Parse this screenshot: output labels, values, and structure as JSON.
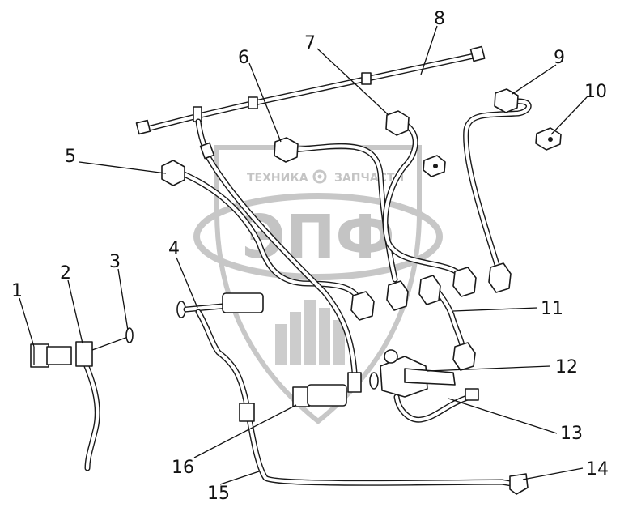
{
  "watermark": {
    "line1_left": "ТЕХНИКА",
    "line1_right": "ЗАПЧАСТИ",
    "monogram": "ЭПФ",
    "gear_icon": "gear-icon"
  },
  "callouts": {
    "c1": "1",
    "c2": "2",
    "c3": "3",
    "c4": "4",
    "c5": "5",
    "c6": "6",
    "c7": "7",
    "c8": "8",
    "c9": "9",
    "c10": "10",
    "c11": "11",
    "c12": "12",
    "c13": "13",
    "c14": "14",
    "c15": "15",
    "c16": "16"
  },
  "colors": {
    "line": "#1a1a1a",
    "watermark": "#c7c7c7"
  }
}
